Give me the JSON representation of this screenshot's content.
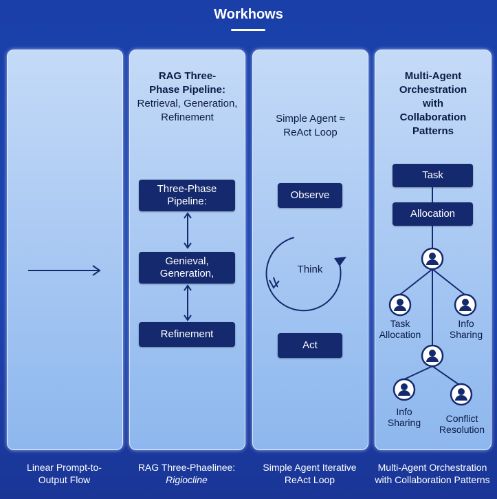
{
  "title": "Workhows",
  "panels": [
    {
      "caption_line1": "Linear Prompt-to-",
      "caption_line2": "Output Flow"
    },
    {
      "title_bold_line1": "RAG Three-",
      "title_bold_line2": "Phase Pipeline:",
      "title_line3": "Retrieval, Generation,",
      "title_line4": "Refinement",
      "box1_line1": "Three-Phase",
      "box1_line2": "Pipeline:",
      "box2_line1": "Genieval,",
      "box2_line2": "Generation,",
      "box3": "Refinement",
      "caption_line1": "RAG Three-Phaelinee:",
      "caption_line2": "Rigiocline"
    },
    {
      "title_line1": "Simple Agent ≈",
      "title_line2": "ReAct Loop",
      "observe": "Observe",
      "think": "Think",
      "act": "Act",
      "caption_line1": "Simple Agent Iterative",
      "caption_line2": "ReAct Loop"
    },
    {
      "title_line1": "Multi-Agent",
      "title_line2": "Orchestration",
      "title_line3": "with",
      "title_line4": "Collaboration",
      "title_line5": "Patterns",
      "task": "Task",
      "allocation": "Allocation",
      "left_label_line1": "Task",
      "left_label_line2": "Allocation",
      "right_label_line1": "Info",
      "right_label_line2": "Sharing",
      "bottom_left_line1": "Info",
      "bottom_left_line2": "Sharing",
      "bottom_right_line1": "Conflict",
      "bottom_right_line2": "Resolution",
      "caption_line1": "Multi-Agent Orchestration",
      "caption_line2": "with Collaboration Patterns"
    }
  ],
  "colors": {
    "background": "#1d44b0",
    "box": "#15296e",
    "ink": "#0b1a44"
  }
}
